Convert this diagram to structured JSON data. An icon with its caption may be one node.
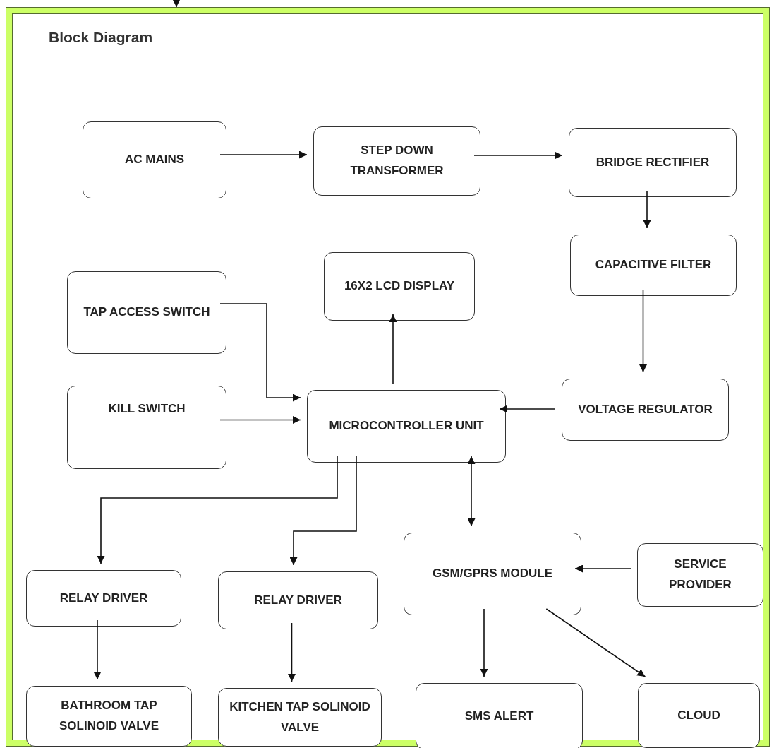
{
  "diagram": {
    "nodes": [
      {
        "text": [
          "Block Diagram"
        ]
      },
      {
        "text": [
          "AC MAINS"
        ],
        "in": 0
      },
      {
        "text": [
          "STEP DOWN TRANSFORMER"
        ],
        "in": 0
      },
      {
        "text": [
          "BRIDGE RECTIFIER"
        ],
        "in": 0
      },
      {
        "text": [
          "CAPACITIVE FILTER"
        ],
        "in": 0
      },
      {
        "text": [
          "16X2 LCD DISPLAY"
        ],
        "in": 0
      },
      {
        "text": [
          "TAP ACCESS SWITCH"
        ],
        "in": 0
      },
      {
        "text": [
          "KILL SWITCH"
        ],
        "in": 0
      },
      {
        "text": [
          "MICROCONTROLLER UNIT"
        ],
        "in": 0
      },
      {
        "text": [
          "VOLTAGE REGULATOR"
        ],
        "in": 0
      },
      {
        "text": [
          "RELAY DRIVER"
        ],
        "in": 0
      },
      {
        "text": [
          "RELAY DRIVER"
        ],
        "in": 0
      },
      {
        "text": [
          "GSM/GPRS MODULE"
        ],
        "in": 0
      },
      {
        "text": [
          "SERVICE PROVIDER"
        ],
        "in": 0
      },
      {
        "text": [
          "BATHROOM TAP SOLINOID VALVE"
        ],
        "in": 0
      },
      {
        "text": [
          "KITCHEN TAP SOLINOID VALVE"
        ],
        "in": 0
      },
      {
        "text": [
          "SMS ALERT"
        ],
        "in": 0
      },
      {
        "text": [
          "CLOUD"
        ],
        "in": 0
      }
    ],
    "edges": [
      {
        "from": null,
        "to": 0,
        "arrow": "to"
      },
      {
        "from": 1,
        "to": 2,
        "arrow": "to"
      },
      {
        "from": 2,
        "to": 3,
        "arrow": "to"
      },
      {
        "from": 3,
        "to": 4,
        "arrow": "to"
      },
      {
        "from": 4,
        "to": 9,
        "arrow": "to"
      },
      {
        "from": 9,
        "to": 8,
        "arrow": "to"
      },
      {
        "from": 6,
        "to": 8,
        "arrow": "to"
      },
      {
        "from": 7,
        "to": 8,
        "arrow": "to"
      },
      {
        "from": 8,
        "to": 5,
        "arrow": "to"
      },
      {
        "from": 8,
        "to": 10,
        "arrow": "to"
      },
      {
        "from": 8,
        "to": 11,
        "arrow": "to"
      },
      {
        "from": 8,
        "to": 12,
        "arrow": "both"
      },
      {
        "from": 13,
        "to": 12,
        "arrow": "to"
      },
      {
        "from": 12,
        "to": 16,
        "arrow": "to"
      },
      {
        "from": 12,
        "to": 17,
        "arrow": "to"
      },
      {
        "from": 10,
        "to": 14,
        "arrow": "to"
      },
      {
        "from": 11,
        "to": 15,
        "arrow": "to"
      }
    ]
  }
}
